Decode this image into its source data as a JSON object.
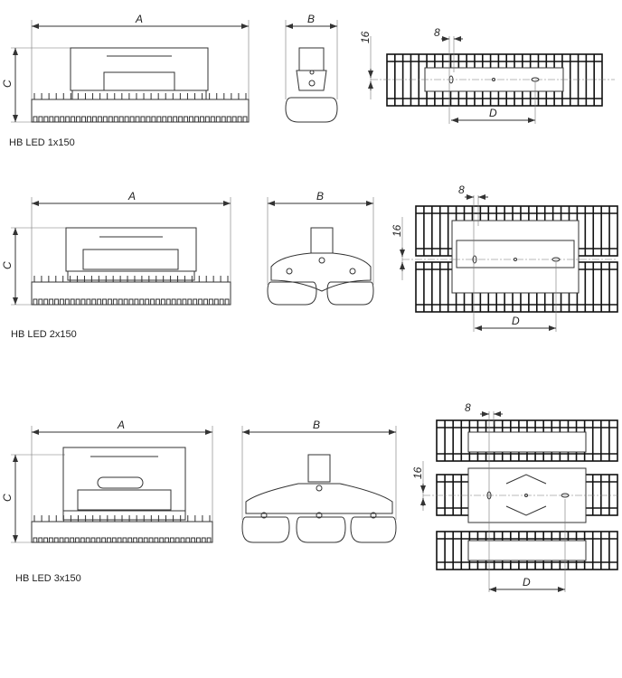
{
  "models": [
    {
      "caption": "HB LED 1x150",
      "dims": {
        "a": "A",
        "b": "B",
        "c": "C",
        "d": "D",
        "small": "8",
        "offset": "16"
      }
    },
    {
      "caption": "HB LED 2x150",
      "dims": {
        "a": "A",
        "b": "B",
        "c": "C",
        "d": "D",
        "small": "8",
        "offset": "16"
      }
    },
    {
      "caption": "HB LED 3x150",
      "dims": {
        "a": "A",
        "b": "B",
        "c": "C",
        "d": "D",
        "small": "8",
        "offset": "16"
      }
    }
  ]
}
